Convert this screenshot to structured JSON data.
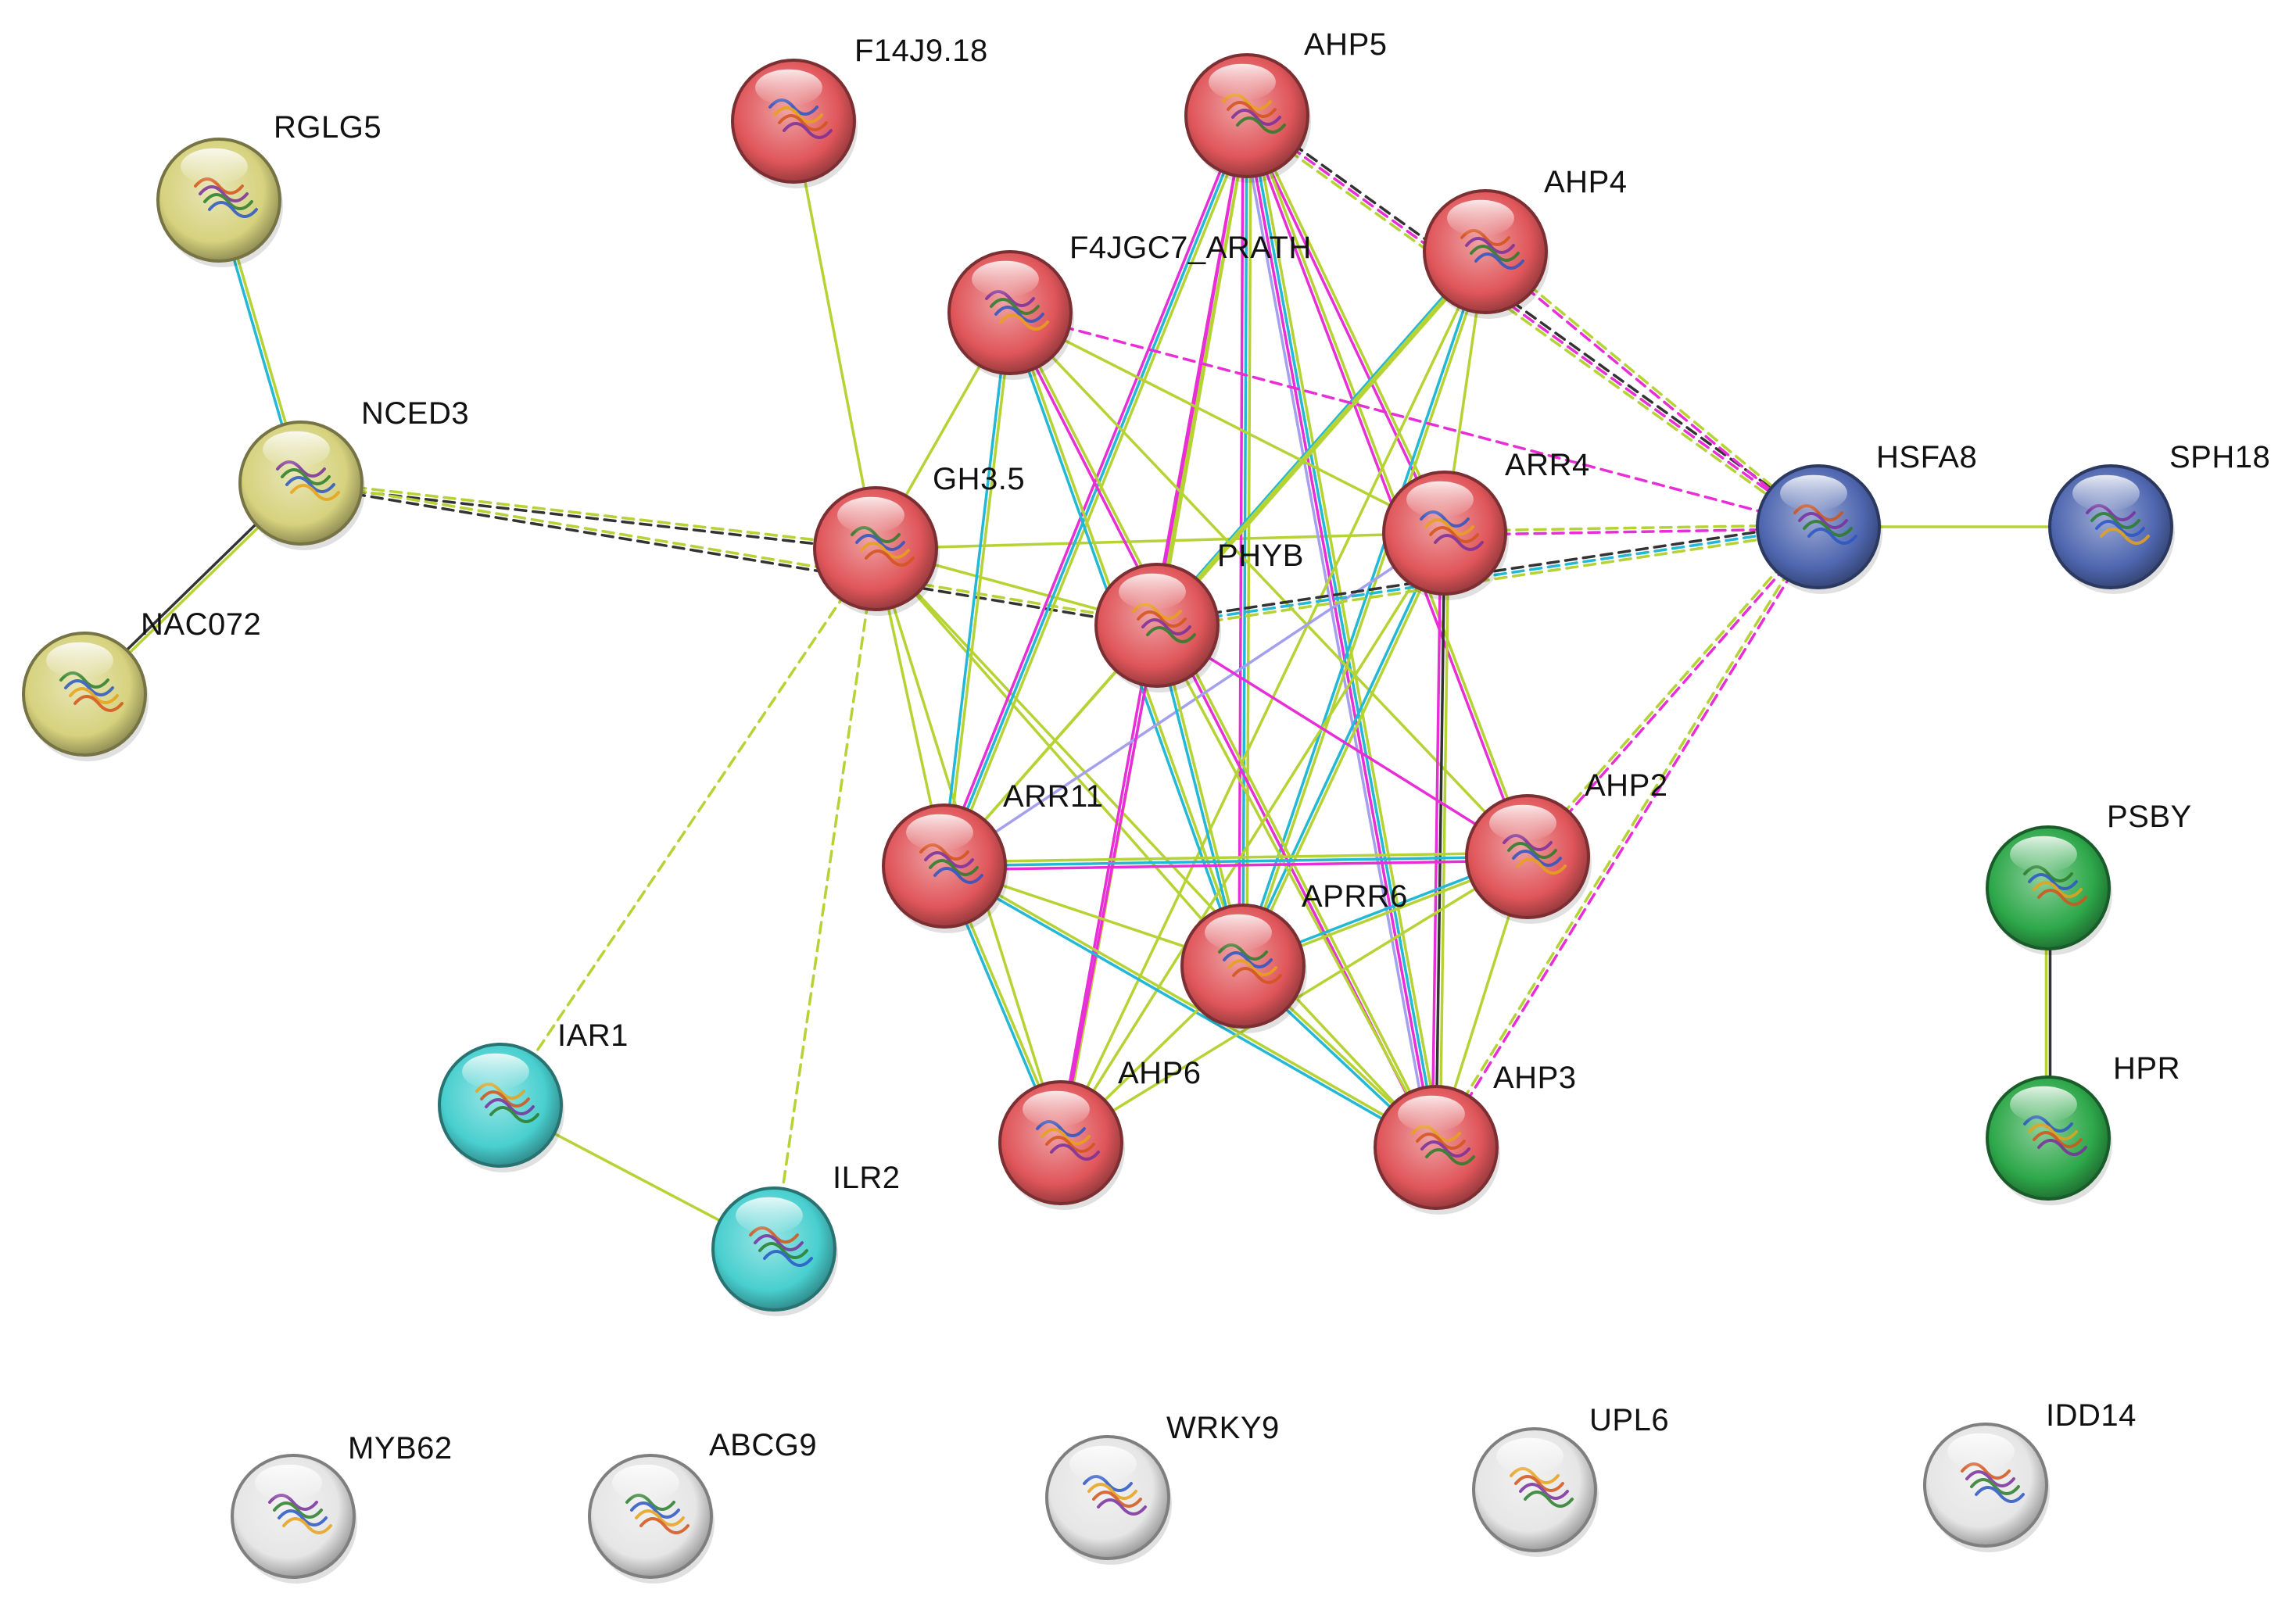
{
  "network": {
    "nodes": [
      {
        "id": "RGLG5",
        "label": "RGLG5",
        "cluster": "yellow"
      },
      {
        "id": "NCED3",
        "label": "NCED3",
        "cluster": "yellow"
      },
      {
        "id": "NAC072",
        "label": "NAC072",
        "cluster": "yellow"
      },
      {
        "id": "F14J9.18",
        "label": "F14J9.18",
        "cluster": "red"
      },
      {
        "id": "AHP5",
        "label": "AHP5",
        "cluster": "red"
      },
      {
        "id": "AHP4",
        "label": "AHP4",
        "cluster": "red"
      },
      {
        "id": "F4JGC7_ARATH",
        "label": "F4JGC7_ARATH",
        "cluster": "red"
      },
      {
        "id": "GH3.5",
        "label": "GH3.5",
        "cluster": "red"
      },
      {
        "id": "ARR4",
        "label": "ARR4",
        "cluster": "red"
      },
      {
        "id": "PHYB",
        "label": "PHYB",
        "cluster": "red"
      },
      {
        "id": "ARR11",
        "label": "ARR11",
        "cluster": "red"
      },
      {
        "id": "AHP2",
        "label": "AHP2",
        "cluster": "red"
      },
      {
        "id": "APRR6",
        "label": "APRR6",
        "cluster": "red"
      },
      {
        "id": "AHP6",
        "label": "AHP6",
        "cluster": "red"
      },
      {
        "id": "AHP3",
        "label": "AHP3",
        "cluster": "red"
      },
      {
        "id": "HSFA8",
        "label": "HSFA8",
        "cluster": "blue"
      },
      {
        "id": "SPH18",
        "label": "SPH18",
        "cluster": "blue"
      },
      {
        "id": "PSBY",
        "label": "PSBY",
        "cluster": "green"
      },
      {
        "id": "HPR",
        "label": "HPR",
        "cluster": "green"
      },
      {
        "id": "IAR1",
        "label": "IAR1",
        "cluster": "cyan"
      },
      {
        "id": "ILR2",
        "label": "ILR2",
        "cluster": "cyan"
      },
      {
        "id": "MYB62",
        "label": "MYB62",
        "cluster": "white"
      },
      {
        "id": "ABCG9",
        "label": "ABCG9",
        "cluster": "white"
      },
      {
        "id": "WRKY9",
        "label": "WRKY9",
        "cluster": "white"
      },
      {
        "id": "UPL6",
        "label": "UPL6",
        "cluster": "white"
      },
      {
        "id": "IDD14",
        "label": "IDD14",
        "cluster": "white"
      }
    ],
    "edges": [
      {
        "from": "RGLG5",
        "to": "NCED3",
        "types": [
          "textmining",
          "database"
        ]
      },
      {
        "from": "NCED3",
        "to": "NAC072",
        "types": [
          "textmining",
          "coexpression"
        ]
      },
      {
        "from": "NCED3",
        "to": "GH3.5",
        "types": [
          "textmining",
          "coexpression"
        ],
        "dashed": true
      },
      {
        "from": "NCED3",
        "to": "PHYB",
        "types": [
          "textmining",
          "coexpression"
        ],
        "dashed": true
      },
      {
        "from": "F14J9.18",
        "to": "GH3.5",
        "types": [
          "textmining"
        ]
      },
      {
        "from": "GH3.5",
        "to": "F4JGC7_ARATH",
        "types": [
          "textmining"
        ]
      },
      {
        "from": "GH3.5",
        "to": "PHYB",
        "types": [
          "textmining"
        ]
      },
      {
        "from": "GH3.5",
        "to": "ARR4",
        "types": [
          "textmining"
        ]
      },
      {
        "from": "GH3.5",
        "to": "ARR11",
        "types": [
          "textmining"
        ]
      },
      {
        "from": "GH3.5",
        "to": "APRR6",
        "types": [
          "textmining"
        ]
      },
      {
        "from": "GH3.5",
        "to": "AHP6",
        "types": [
          "textmining"
        ]
      },
      {
        "from": "GH3.5",
        "to": "AHP3",
        "types": [
          "textmining"
        ]
      },
      {
        "from": "GH3.5",
        "to": "IAR1",
        "types": [
          "textmining"
        ],
        "dashed": true
      },
      {
        "from": "GH3.5",
        "to": "ILR2",
        "types": [
          "textmining"
        ],
        "dashed": true
      },
      {
        "from": "IAR1",
        "to": "ILR2",
        "types": [
          "textmining"
        ]
      },
      {
        "from": "AHP5",
        "to": "ARR11",
        "types": [
          "textmining",
          "database",
          "experiments"
        ]
      },
      {
        "from": "AHP5",
        "to": "PHYB",
        "types": [
          "textmining",
          "experiments"
        ]
      },
      {
        "from": "AHP5",
        "to": "APRR6",
        "types": [
          "textmining",
          "database",
          "experiments"
        ]
      },
      {
        "from": "AHP5",
        "to": "AHP3",
        "types": [
          "textmining",
          "database",
          "experiments",
          "homology"
        ]
      },
      {
        "from": "AHP5",
        "to": "ARR4",
        "types": [
          "textmining",
          "experiments"
        ]
      },
      {
        "from": "AHP5",
        "to": "AHP6",
        "types": [
          "textmining",
          "experiments"
        ]
      },
      {
        "from": "AHP5",
        "to": "AHP2",
        "types": [
          "textmining",
          "experiments"
        ]
      },
      {
        "from": "AHP5",
        "to": "HSFA8",
        "types": [
          "coexpression",
          "experiments",
          "textmining"
        ],
        "dashed": true
      },
      {
        "from": "AHP4",
        "to": "PHYB",
        "types": [
          "textmining",
          "database"
        ]
      },
      {
        "from": "AHP4",
        "to": "ARR11",
        "types": [
          "textmining"
        ]
      },
      {
        "from": "AHP4",
        "to": "APRR6",
        "types": [
          "textmining",
          "database"
        ]
      },
      {
        "from": "AHP4",
        "to": "AHP6",
        "types": [
          "textmining"
        ]
      },
      {
        "from": "AHP4",
        "to": "ARR4",
        "types": [
          "textmining"
        ]
      },
      {
        "from": "AHP4",
        "to": "HSFA8",
        "types": [
          "textmining",
          "experiments"
        ],
        "dashed": true
      },
      {
        "from": "F4JGC7_ARATH",
        "to": "ARR11",
        "types": [
          "textmining",
          "database"
        ]
      },
      {
        "from": "F4JGC7_ARATH",
        "to": "APRR6",
        "types": [
          "textmining",
          "database"
        ]
      },
      {
        "from": "F4JGC7_ARATH",
        "to": "AHP3",
        "types": [
          "textmining",
          "experiments"
        ]
      },
      {
        "from": "F4JGC7_ARATH",
        "to": "ARR4",
        "types": [
          "textmining"
        ]
      },
      {
        "from": "F4JGC7_ARATH",
        "to": "AHP2",
        "types": [
          "textmining"
        ]
      },
      {
        "from": "F4JGC7_ARATH",
        "to": "HSFA8",
        "types": [
          "experiments"
        ],
        "dashed": true
      },
      {
        "from": "ARR4",
        "to": "AHP3",
        "types": [
          "textmining",
          "coexpression",
          "experiments"
        ]
      },
      {
        "from": "ARR4",
        "to": "AHP6",
        "types": [
          "textmining"
        ]
      },
      {
        "from": "ARR4",
        "to": "ARR11",
        "types": [
          "homology"
        ]
      },
      {
        "from": "ARR4",
        "to": "APRR6",
        "types": [
          "textmining",
          "database"
        ]
      },
      {
        "from": "ARR4",
        "to": "HSFA8",
        "types": [
          "textmining",
          "experiments"
        ],
        "dashed": true
      },
      {
        "from": "PHYB",
        "to": "ARR11",
        "types": [
          "textmining"
        ]
      },
      {
        "from": "PHYB",
        "to": "APRR6",
        "types": [
          "textmining",
          "database"
        ]
      },
      {
        "from": "PHYB",
        "to": "AHP6",
        "types": [
          "experiments"
        ]
      },
      {
        "from": "PHYB",
        "to": "AHP2",
        "types": [
          "experiments"
        ]
      },
      {
        "from": "PHYB",
        "to": "AHP3",
        "types": [
          "textmining"
        ]
      },
      {
        "from": "PHYB",
        "to": "HSFA8",
        "types": [
          "coexpression",
          "database",
          "textmining"
        ],
        "dashed": true
      },
      {
        "from": "ARR11",
        "to": "AHP2",
        "types": [
          "textmining",
          "database",
          "experiments"
        ]
      },
      {
        "from": "ARR11",
        "to": "AHP6",
        "types": [
          "textmining",
          "database"
        ]
      },
      {
        "from": "ARR11",
        "to": "AHP3",
        "types": [
          "textmining",
          "database"
        ]
      },
      {
        "from": "ARR11",
        "to": "APRR6",
        "types": [
          "textmining"
        ]
      },
      {
        "from": "AHP2",
        "to": "APRR6",
        "types": [
          "textmining",
          "database"
        ]
      },
      {
        "from": "AHP2",
        "to": "AHP6",
        "types": [
          "textmining"
        ]
      },
      {
        "from": "AHP2",
        "to": "AHP3",
        "types": [
          "textmining"
        ]
      },
      {
        "from": "AHP2",
        "to": "HSFA8",
        "types": [
          "textmining",
          "experiments"
        ],
        "dashed": true
      },
      {
        "from": "APRR6",
        "to": "AHP3",
        "types": [
          "textmining",
          "database"
        ]
      },
      {
        "from": "APRR6",
        "to": "AHP6",
        "types": [
          "textmining"
        ]
      },
      {
        "from": "AHP3",
        "to": "HSFA8",
        "types": [
          "textmining",
          "experiments"
        ],
        "dashed": true
      },
      {
        "from": "HSFA8",
        "to": "SPH18",
        "types": [
          "textmining"
        ]
      },
      {
        "from": "PSBY",
        "to": "HPR",
        "types": [
          "coexpression",
          "textmining"
        ]
      }
    ],
    "colors": {
      "red": "#e0565a",
      "yellow": "#d6d27e",
      "blue": "#4f67b0",
      "cyan": "#49cfcf",
      "green": "#2ea84a",
      "white": "#e6e6e6",
      "textmining": "#b5d334",
      "database": "#23b8d6",
      "experiments": "#e82ed7",
      "coexpression": "#333333",
      "homology": "#a59ff0",
      "cooccurrence": "#2e3fd8"
    }
  }
}
